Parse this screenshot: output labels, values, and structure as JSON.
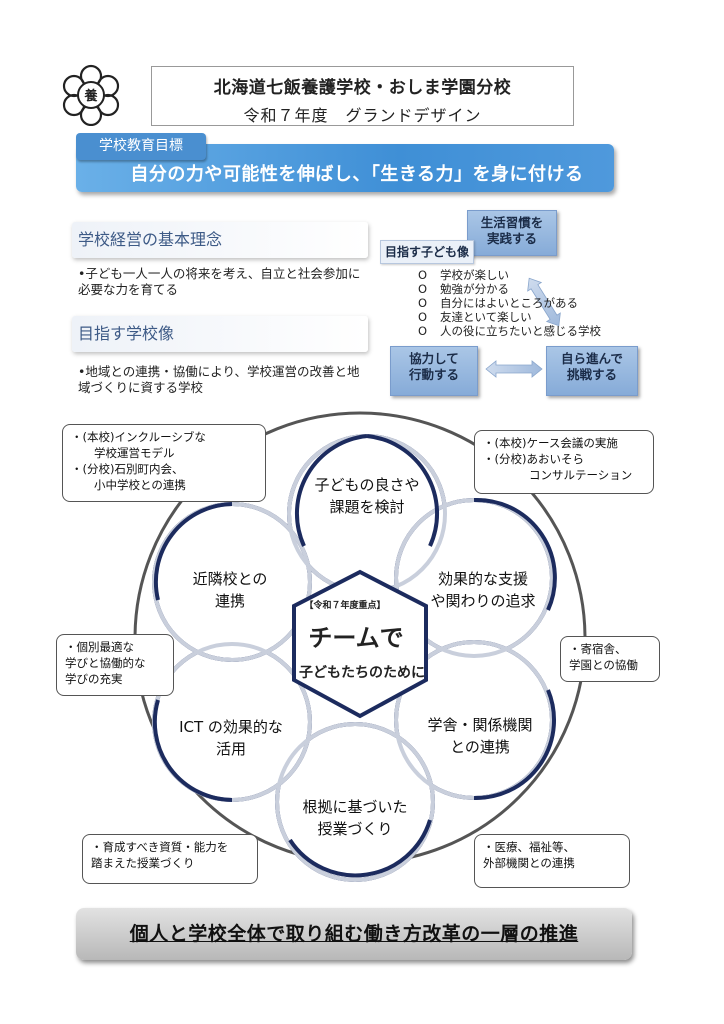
{
  "header": {
    "emblem_char": "養",
    "school_name": "北海道七飯養護学校・おしま学園分校",
    "subtitle": "令和７年度　グランドデザイン"
  },
  "goal": {
    "label": "学校教育目標",
    "text": "自分の力や可能性を伸ばし、「生きる力」を身に付ける"
  },
  "management": {
    "heading": "学校経営の基本理念",
    "text": "•子ども一人一人の将来を考え、自立と社会参加に必要な力を育てる"
  },
  "school_image": {
    "heading": "目指す学校像",
    "text": "•地域との連携・協働により、学校運営の改善と地域づくりに資する学校"
  },
  "ideal_child": {
    "label": "目指す子ども像",
    "box_life": "生活習慣を\n実践する",
    "box_coop": "協力して\n行動する",
    "box_self": "自ら進んで\n挑戦する",
    "list_mark": "O",
    "items": [
      "学校が楽しい",
      "勉強が分かる",
      "自分にはよいところがある",
      "友達といて楽しい",
      "人の役に立ちたいと感じる学校"
    ]
  },
  "diagram": {
    "center_badge": "【令和７年度重点】",
    "center_main": "チームで",
    "center_sub": "子どもたちのために",
    "petals": {
      "top": "子どもの良さや\n課題を検討",
      "upper_right": "効果的な支援\nや関わりの追求",
      "lower_right": "学舎・関係機関\nとの連携",
      "bottom": "根拠に基づいた\n授業づくり",
      "lower_left": "ICT の効果的な\n活用",
      "upper_left": "近隣校との\n連携"
    },
    "bubbles": {
      "top_left": "・(本校)インクルーシブな\n　　学校運営モデル\n・(分校)石別町内会、\n　　小中学校との連携",
      "top_right": "・(本校)ケース会議の実施\n・(分校)あおいそら\n　　　　コンサルテーション",
      "mid_left": "・個別最適な\n学びと協働的な\n学びの充実",
      "mid_right": "・寄宿舎、\n学園との協働",
      "bottom_left": "・育成すべき資質・能力を\n踏まえた授業づくり",
      "bottom_right": "・医療、福祉等、\n外部機関との連携"
    }
  },
  "footer": {
    "text": "個人と学校全体で取り組む働き方改革の一層の推進"
  },
  "colors": {
    "banner_blue": "#3f8fd6",
    "ideal_box_blue": "#86abd8",
    "circle_navy": "#1c2b5e",
    "outer_ring": "#555555"
  }
}
